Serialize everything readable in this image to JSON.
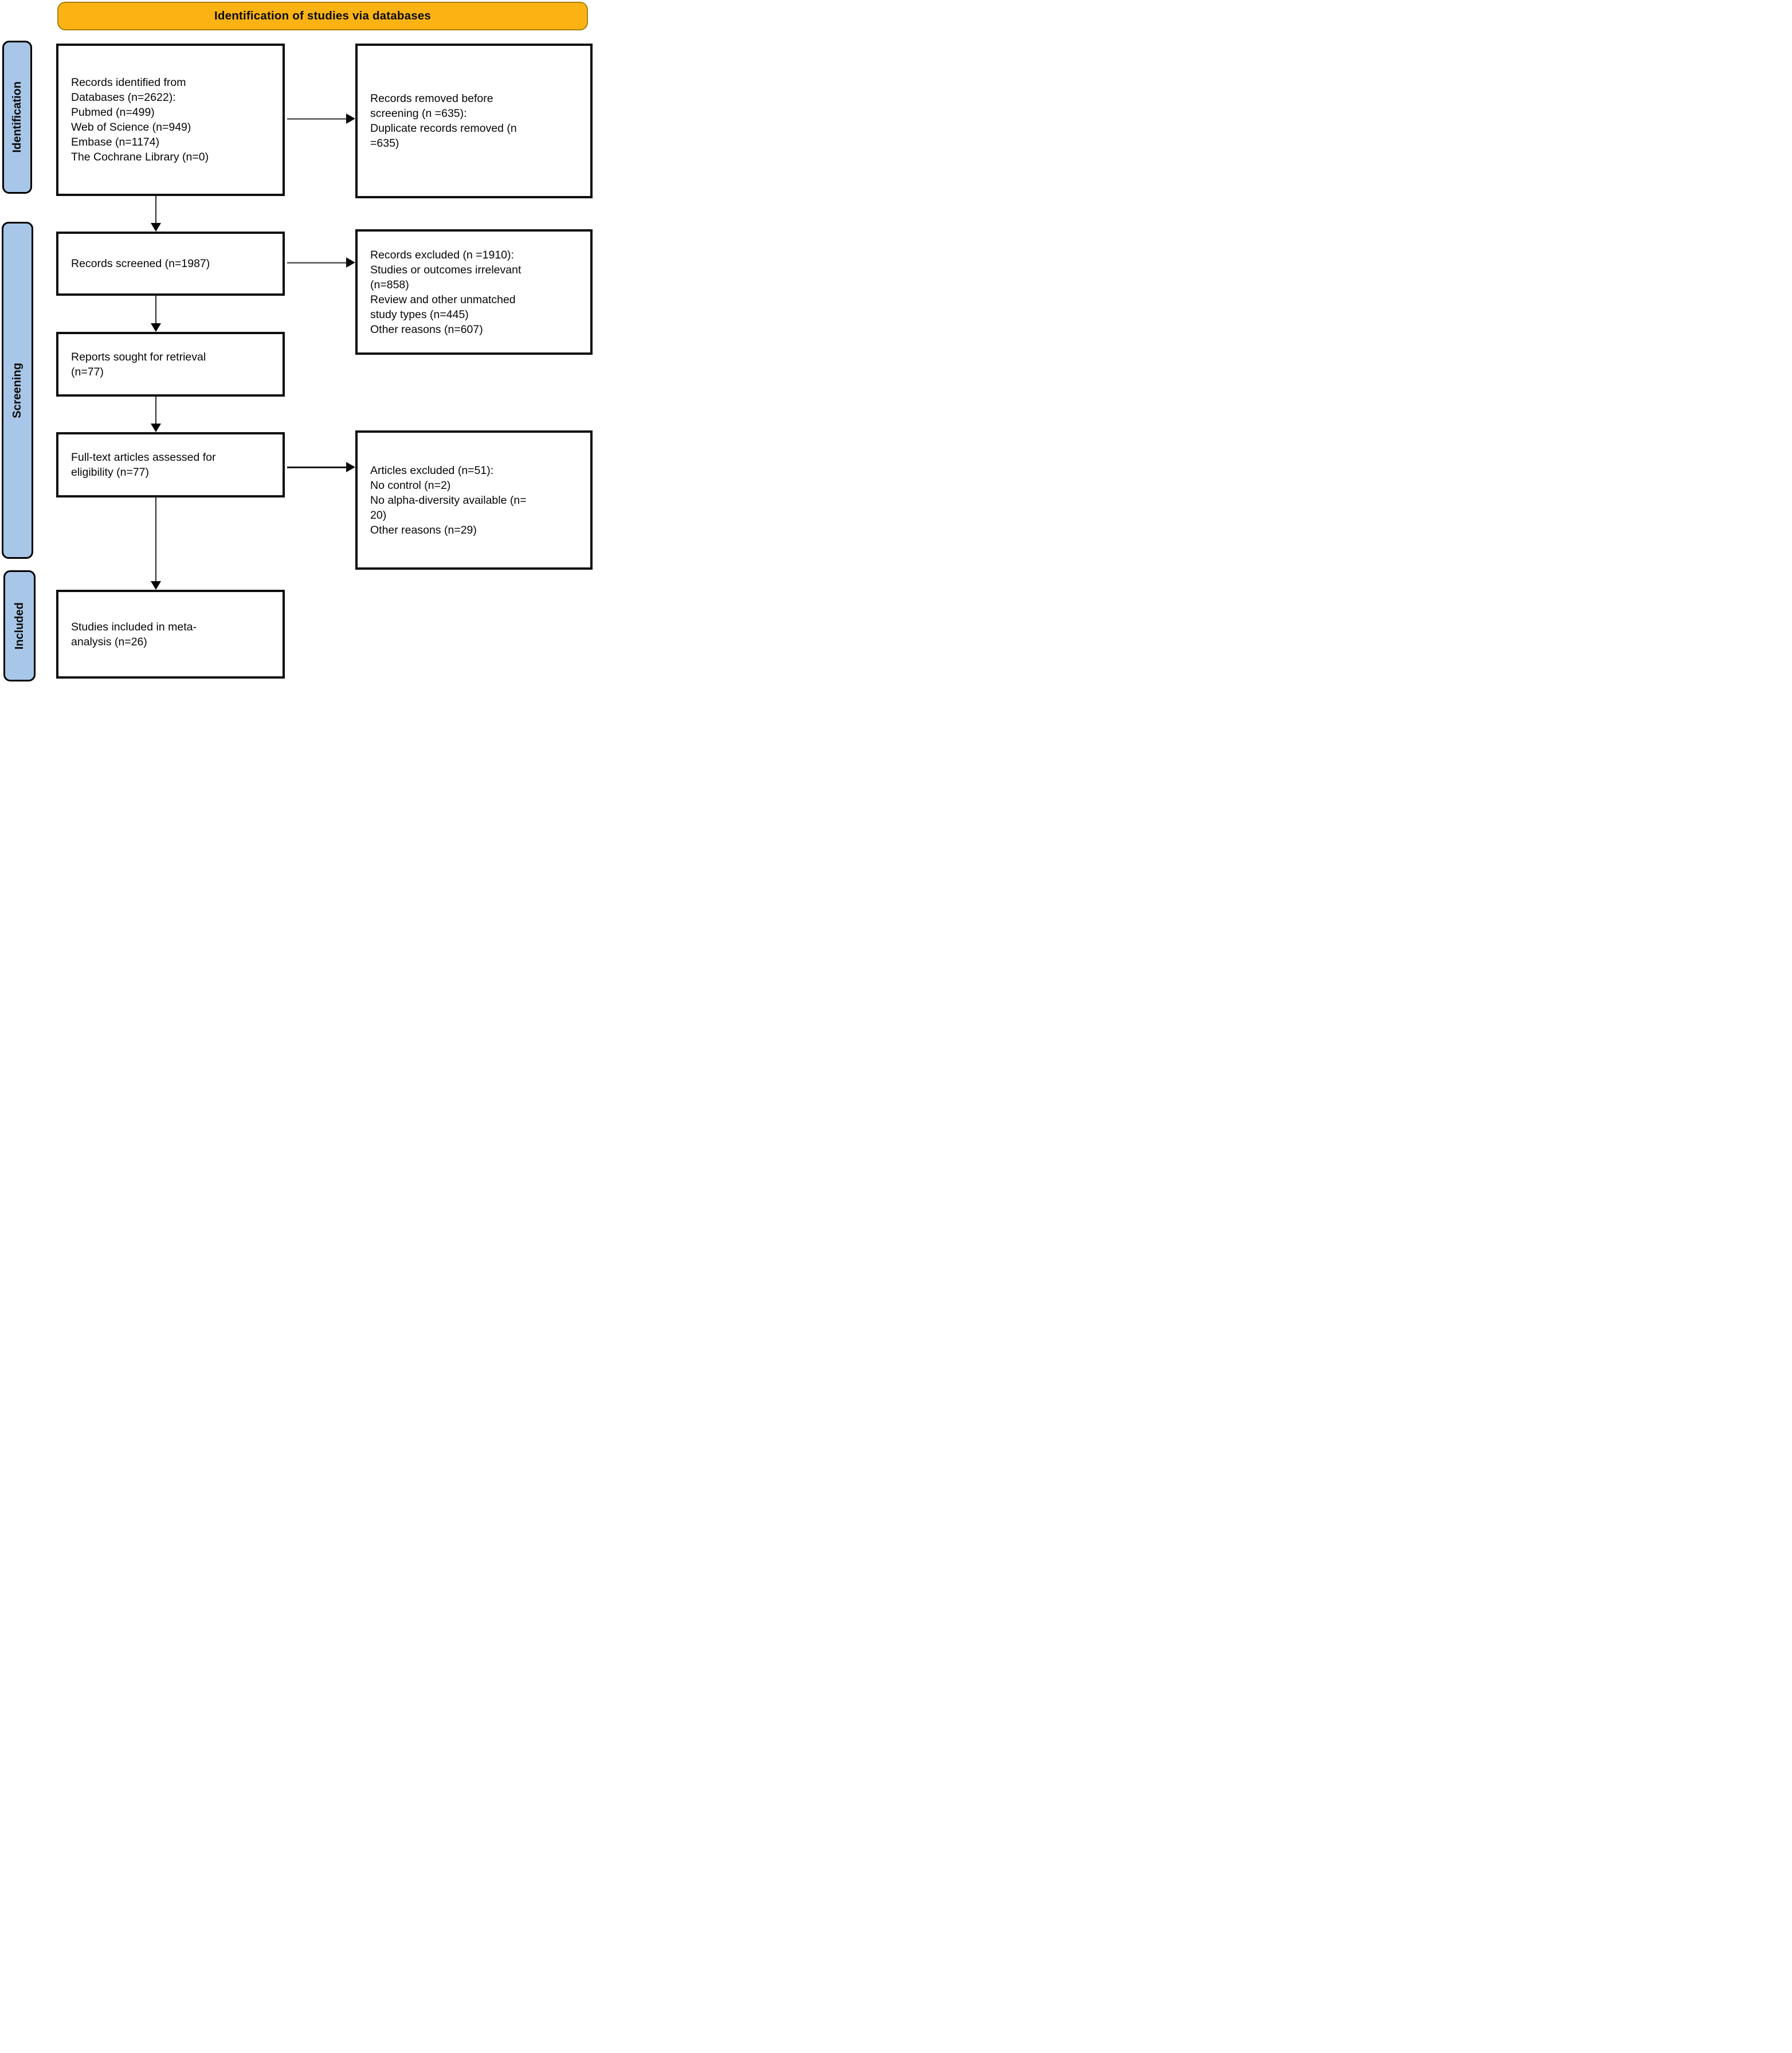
{
  "banner": {
    "label": "Identification of studies via databases"
  },
  "sidebar": {
    "identification": {
      "label": "Identification"
    },
    "screening": {
      "label": "Screening"
    },
    "included": {
      "label": "Included"
    }
  },
  "boxes": {
    "records_identified": {
      "lines": [
        "Records identified from",
        "Databases (n=2622):",
        "Pubmed (n=499)",
        "Web of Science (n=949)",
        "Embase (n=1174)",
        "The Cochrane Library (n=0)"
      ]
    },
    "records_removed": {
      "lines": [
        "Records removed before",
        "screening (n =635):",
        "Duplicate records removed (n",
        "=635)"
      ]
    },
    "records_screened": {
      "lines": [
        "Records screened (n=1987)"
      ]
    },
    "records_excluded": {
      "lines": [
        "Records excluded (n =1910):",
        "Studies or outcomes irrelevant",
        "(n=858)",
        "Review and other unmatched",
        "study types (n=445)",
        "Other reasons (n=607)"
      ]
    },
    "reports_sought": {
      "lines": [
        "Reports sought for retrieval",
        "(n=77)"
      ]
    },
    "fulltext_assessed": {
      "lines": [
        "Full-text articles assessed for",
        "eligibility (n=77)"
      ]
    },
    "articles_excluded": {
      "lines": [
        "Articles excluded (n=51):",
        "No control (n=2)",
        "No alpha-diversity available (n=",
        "20)",
        "Other reasons (n=29)"
      ]
    },
    "studies_included": {
      "lines": [
        "Studies included in meta-",
        "analysis (n=26)"
      ]
    }
  },
  "colors": {
    "banner_fill": "#fbb314",
    "banner_border": "#a97f0e",
    "sidebar_fill": "#a7c6e8",
    "box_border": "#0d0d0d",
    "arrow_gray": "#6f6f6f",
    "arrow_black": "#161616"
  }
}
